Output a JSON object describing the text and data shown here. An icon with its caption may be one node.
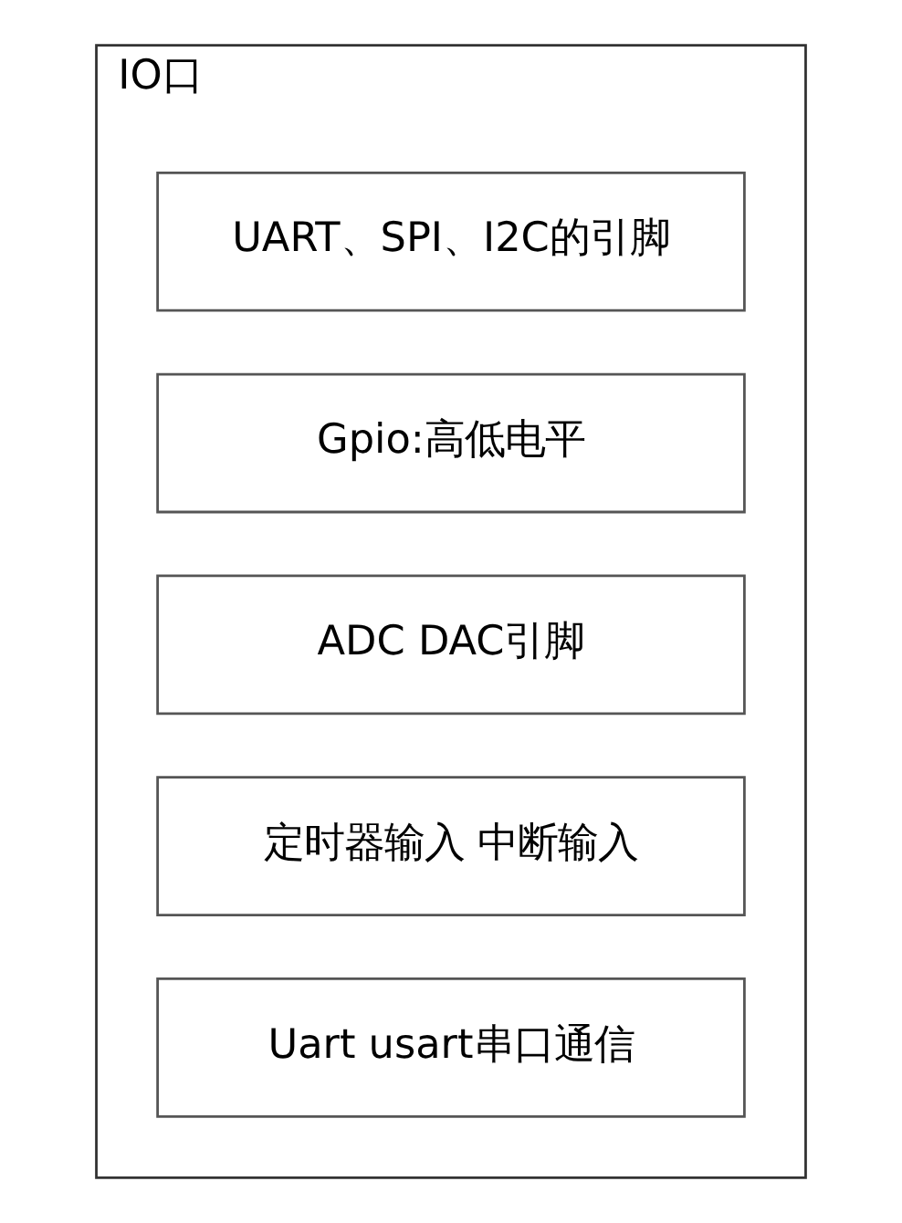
{
  "diagram": {
    "nodes": [
      {
        "text": [
          "IO口"
        ]
      },
      {
        "text": [
          "UART、SPI、I2C的引脚"
        ],
        "in": 0
      },
      {
        "text": [
          "Gpio:高低电平"
        ],
        "in": 0
      },
      {
        "text": [
          "ADC DAC引脚"
        ],
        "in": 0
      },
      {
        "text": [
          "定时器输入 中断输入"
        ],
        "in": 0
      },
      {
        "text": [
          "Uart usart串口通信"
        ],
        "in": 0
      }
    ]
  }
}
